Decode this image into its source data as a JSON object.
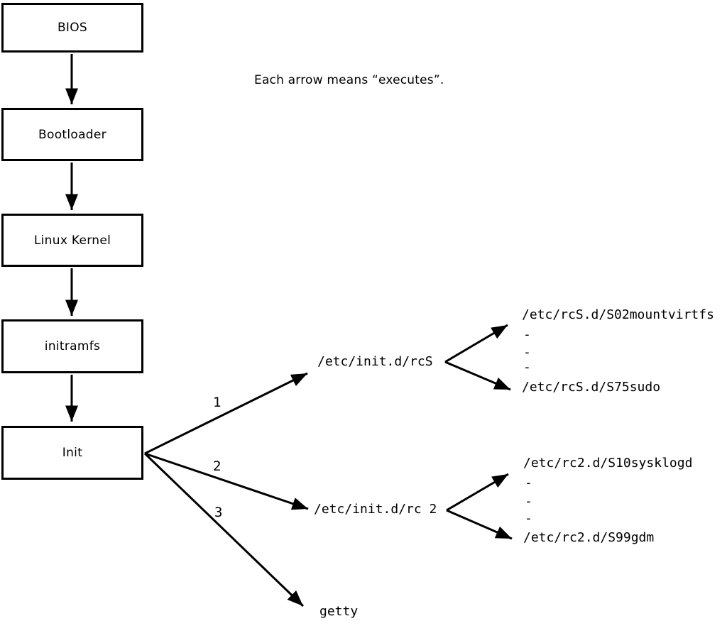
{
  "caption": "Each arrow means “executes”.",
  "colors": {
    "ink": "#000000",
    "background": "#ffffff"
  },
  "boxes": [
    {
      "label": "BIOS"
    },
    {
      "label": "Bootloader"
    },
    {
      "label": "Linux Kernel"
    },
    {
      "label": "initramfs"
    },
    {
      "label": "Init"
    }
  ],
  "edges": {
    "label_1": "1",
    "label_2": "2",
    "label_3": "3"
  },
  "targets": {
    "rcS": {
      "label": "/etc/init.d/rcS",
      "children": [
        "/etc/rcS.d/S02mountvirtfs",
        "-",
        "-",
        "-",
        "/etc/rcS.d/S75sudo"
      ]
    },
    "rc2": {
      "label": "/etc/init.d/rc 2",
      "children": [
        "/etc/rc2.d/S10sysklogd",
        "-",
        "-",
        "-",
        "/etc/rc2.d/S99gdm"
      ]
    },
    "getty": {
      "label": "getty"
    }
  }
}
